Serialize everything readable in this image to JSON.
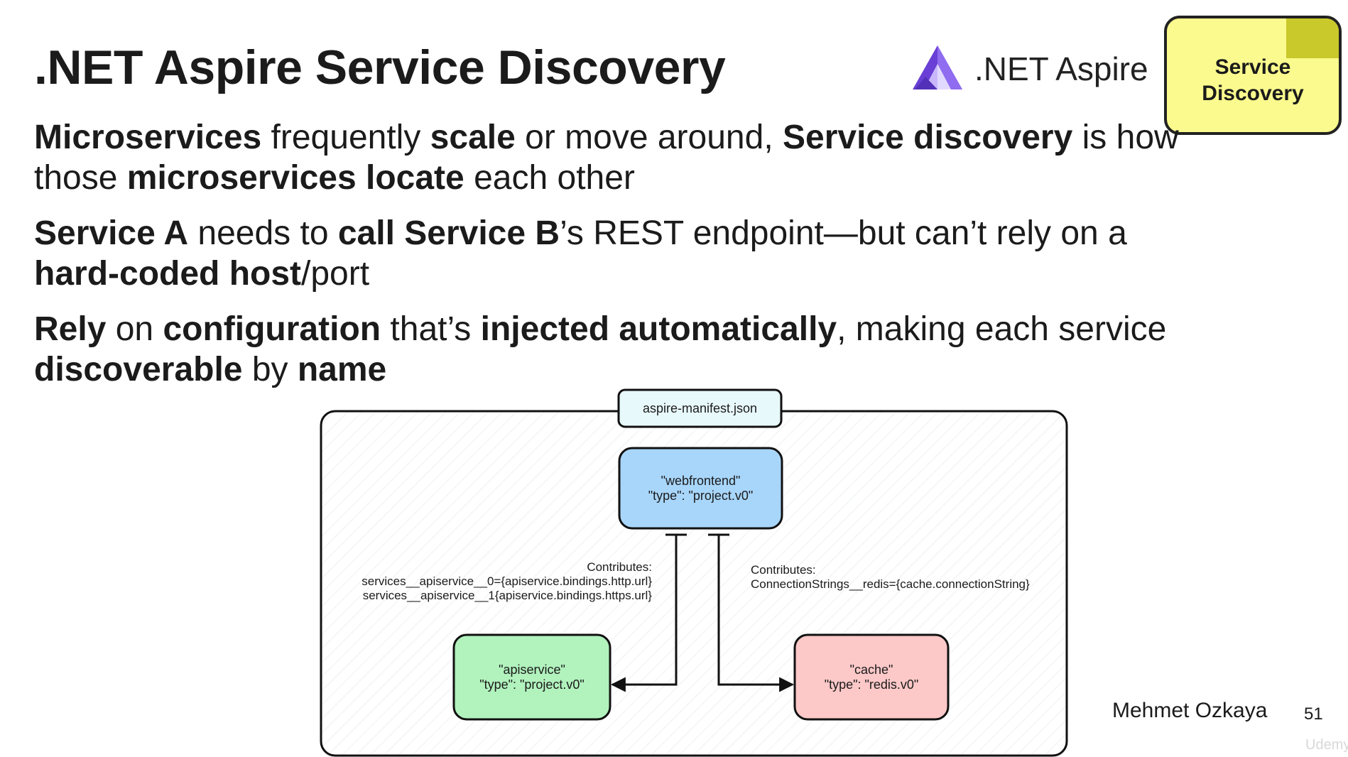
{
  "slide": {
    "title": ".NET Aspire Service Discovery",
    "logo_text": ".NET Aspire",
    "sticky_note": [
      "Service",
      "Discovery"
    ],
    "author": "Mehmet Ozkaya",
    "page_number": "51",
    "watermark": "Udemy"
  },
  "bullets": [
    [
      {
        "t": "Microservices",
        "b": true
      },
      {
        "t": " frequently ",
        "b": false
      },
      {
        "t": "scale",
        "b": true
      },
      {
        "t": " or move around, ",
        "b": false
      },
      {
        "t": "Service discovery",
        "b": true
      },
      {
        "t": " is how those ",
        "b": false
      },
      {
        "t": "microservices locate",
        "b": true
      },
      {
        "t": " each other",
        "b": false
      }
    ],
    [
      {
        "t": "Service A",
        "b": true
      },
      {
        "t": " needs to ",
        "b": false
      },
      {
        "t": "call Service B",
        "b": true
      },
      {
        "t": "’s REST endpoint—but can’t rely on a ",
        "b": false
      },
      {
        "t": "hard-coded host",
        "b": true
      },
      {
        "t": "/port",
        "b": false
      }
    ],
    [
      {
        "t": "Rely",
        "b": true
      },
      {
        "t": " on ",
        "b": false
      },
      {
        "t": "configuration",
        "b": true
      },
      {
        "t": " that’s ",
        "b": false
      },
      {
        "t": "injected automatically",
        "b": true
      },
      {
        "t": ", making each service ",
        "b": false
      },
      {
        "t": "discoverable",
        "b": true
      },
      {
        "t": " by ",
        "b": false
      },
      {
        "t": "name",
        "b": true
      }
    ]
  ],
  "diagram": {
    "manifest_label": "aspire-manifest.json",
    "nodes": {
      "webfrontend": {
        "line1": "\"webfrontend\"",
        "line2": "\"type\": \"project.v0\"",
        "color": "#a8d6fb"
      },
      "apiservice": {
        "line1": "\"apiservice\"",
        "line2": "\"type\": \"project.v0\"",
        "color": "#b1f2bd"
      },
      "cache": {
        "line1": "\"cache\"",
        "line2": "\"type\": \"redis.v0\"",
        "color": "#fcc8c8"
      }
    },
    "left_note": [
      "Contributes:",
      "services__apiservice__0={apiservice.bindings.http.url}",
      "services__apiservice__1{apiservice.bindings.https.url}"
    ],
    "right_note": [
      "Contributes:",
      "ConnectionStrings__redis={cache.connectionString}"
    ]
  },
  "colors": {
    "sticky": "#fafa8e",
    "sticky_fold": "#c9c92b",
    "logo_purple": "#7b4fe0"
  }
}
